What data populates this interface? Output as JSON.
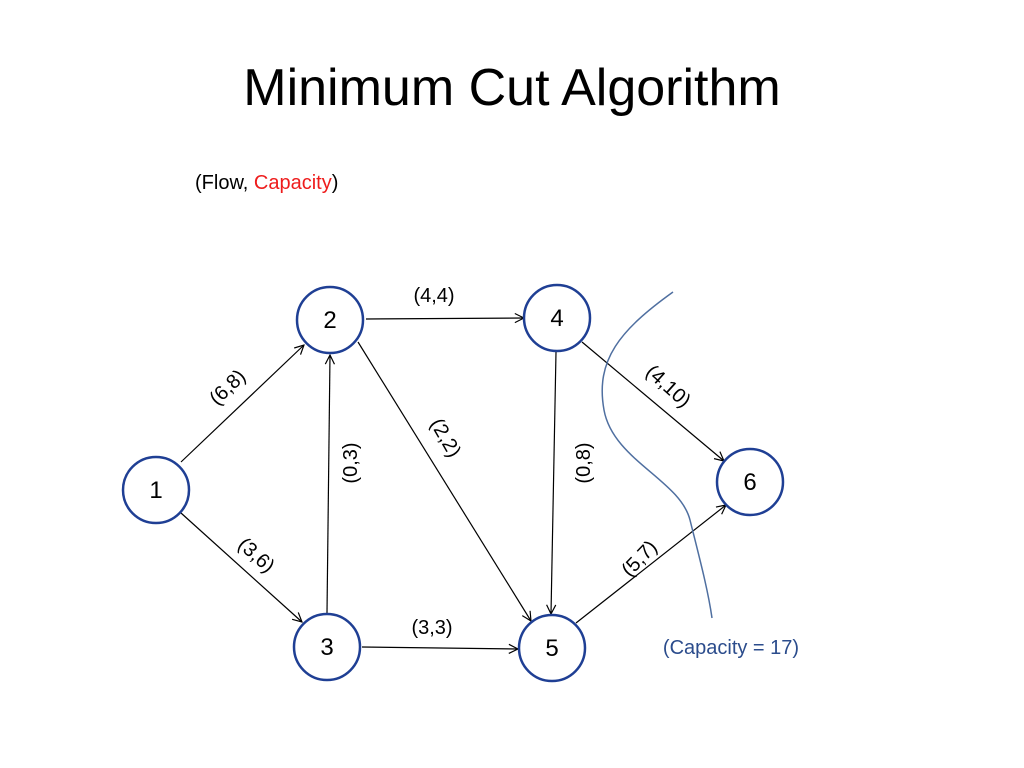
{
  "title": "Minimum Cut Algorithm",
  "legend": {
    "open": "(Flow, ",
    "capacity": "Capacity",
    "close": ")"
  },
  "nodes": [
    {
      "id": "1",
      "label": "1"
    },
    {
      "id": "2",
      "label": "2"
    },
    {
      "id": "3",
      "label": "3"
    },
    {
      "id": "4",
      "label": "4"
    },
    {
      "id": "5",
      "label": "5"
    },
    {
      "id": "6",
      "label": "6"
    }
  ],
  "edges": [
    {
      "from": "1",
      "to": "2",
      "label": "(6,8)"
    },
    {
      "from": "1",
      "to": "3",
      "label": "(3,6)"
    },
    {
      "from": "3",
      "to": "2",
      "label": "(0,3)"
    },
    {
      "from": "2",
      "to": "4",
      "label": "(4,4)"
    },
    {
      "from": "2",
      "to": "5",
      "label": "(2,2)"
    },
    {
      "from": "3",
      "to": "5",
      "label": "(3,3)"
    },
    {
      "from": "4",
      "to": "5",
      "label": "(0,8)"
    },
    {
      "from": "4",
      "to": "6",
      "label": "(4,10)"
    },
    {
      "from": "5",
      "to": "6",
      "label": "(5,7)"
    }
  ],
  "cut": {
    "label": "(Capacity = 17)"
  },
  "colors": {
    "node_stroke": "#1f3f94",
    "capacity_text": "#ee1c1c",
    "cut_curve": "#4f6fa0",
    "cut_text": "#2b4c8c"
  }
}
